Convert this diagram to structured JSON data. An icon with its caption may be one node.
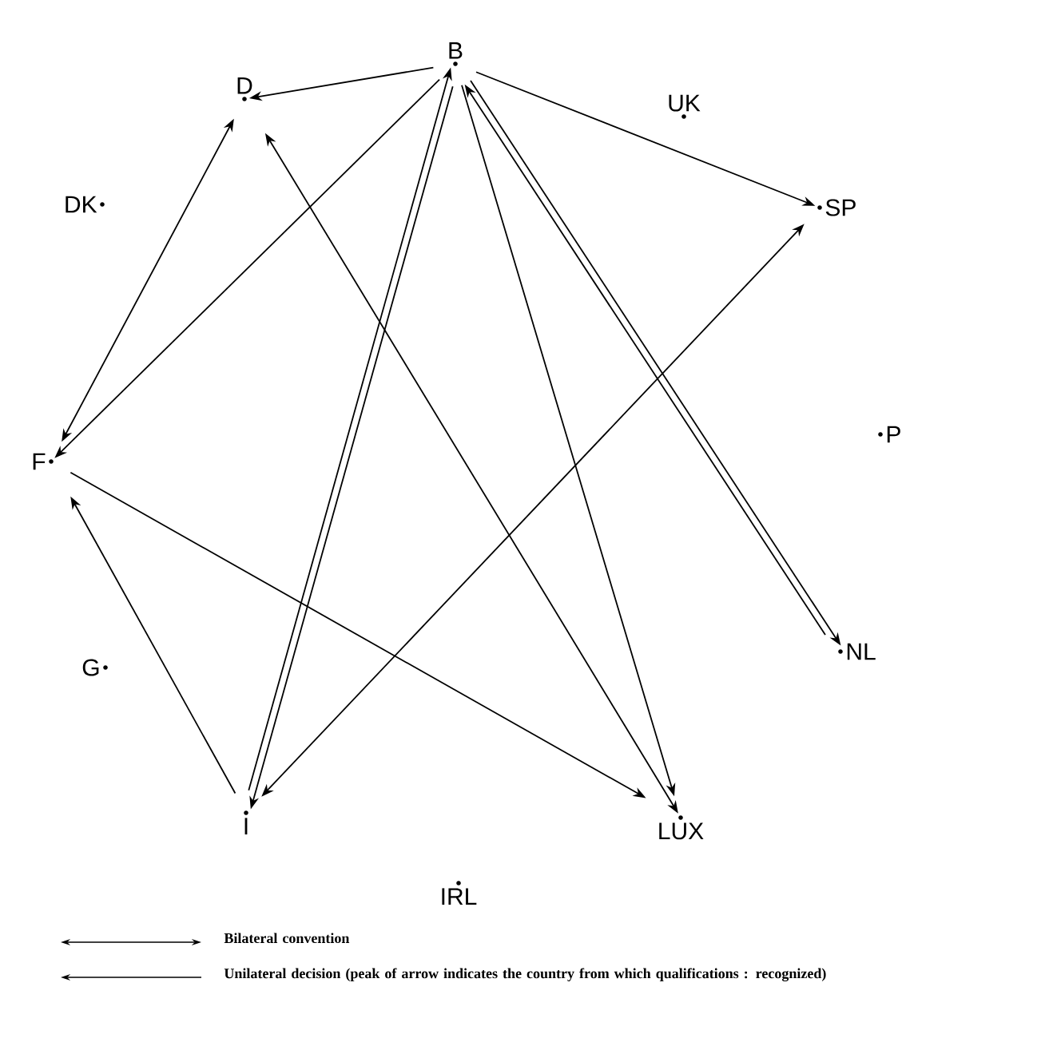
{
  "diagram": {
    "nodes": [
      {
        "text": [
          "B"
        ]
      },
      {
        "text": [
          "D"
        ]
      },
      {
        "text": [
          "UK"
        ]
      },
      {
        "text": [
          "DK"
        ]
      },
      {
        "text": [
          "SP"
        ]
      },
      {
        "text": [
          "F"
        ]
      },
      {
        "text": [
          "P"
        ]
      },
      {
        "text": [
          "G"
        ]
      },
      {
        "text": [
          "NL"
        ]
      },
      {
        "text": [
          "I"
        ]
      },
      {
        "text": [
          "LUX"
        ]
      },
      {
        "text": [
          "IRL"
        ]
      }
    ],
    "edges": [
      {
        "from": 0,
        "to": 1,
        "arrow": "to"
      },
      {
        "from": 0,
        "to": 4,
        "arrow": "to"
      },
      {
        "from": 0,
        "to": 5,
        "arrow": "to"
      },
      {
        "from": 1,
        "to": 5,
        "arrow": "both"
      },
      {
        "from": 1,
        "to": 10,
        "arrow": "both"
      },
      {
        "from": 0,
        "to": 9,
        "arrow": "to"
      },
      {
        "from": 9,
        "to": 0,
        "arrow": "to"
      },
      {
        "from": 0,
        "to": 10,
        "arrow": "to"
      },
      {
        "from": 0,
        "to": 8,
        "arrow": "to"
      },
      {
        "from": 8,
        "to": 0,
        "arrow": "to"
      },
      {
        "from": 9,
        "to": 5,
        "arrow": "to"
      },
      {
        "from": 5,
        "to": 10,
        "arrow": "to"
      },
      {
        "from": 9,
        "to": 4,
        "arrow": "both"
      }
    ],
    "legend": [
      {
        "text": "Bilateral convention"
      },
      {
        "text": "Unilateral decision (peak of arrow indicates the country from which qualifications : recognized)"
      }
    ]
  }
}
